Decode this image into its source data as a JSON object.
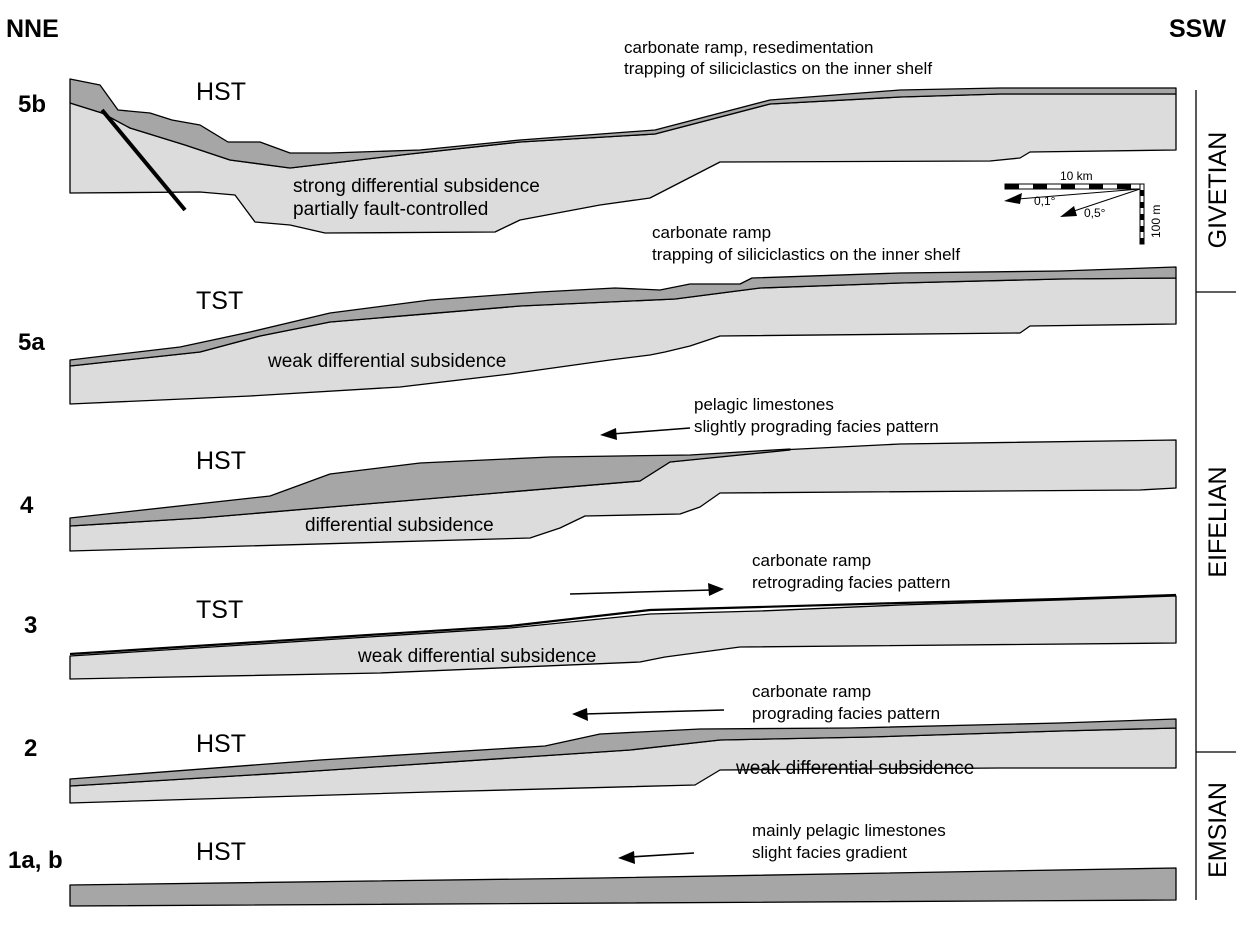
{
  "directions": {
    "left": "NNE",
    "right": "SSW"
  },
  "stages": [
    {
      "id": "5b",
      "label": "5b",
      "systems_tract": "HST",
      "notes": [
        "carbonate ramp, resedimentation",
        "trapping of siliciclastics on the inner shelf"
      ],
      "subsidence": [
        "strong differential subsidence",
        "partially fault-controlled"
      ]
    },
    {
      "id": "5a",
      "label": "5a",
      "systems_tract": "TST",
      "notes": [
        "carbonate ramp",
        "trapping of siliciclastics on the inner shelf"
      ],
      "subsidence": [
        "weak differential subsidence"
      ]
    },
    {
      "id": "4",
      "label": "4",
      "systems_tract": "HST",
      "notes": [
        "pelagic limestones",
        "slightly prograding facies pattern"
      ],
      "subsidence": [
        "differential subsidence"
      ]
    },
    {
      "id": "3",
      "label": "3",
      "systems_tract": "TST",
      "notes": [
        "carbonate ramp",
        "retrograding facies pattern"
      ],
      "subsidence": [
        "weak differential subsidence"
      ]
    },
    {
      "id": "2",
      "label": "2",
      "systems_tract": "HST",
      "notes": [
        "carbonate ramp",
        "prograding facies pattern"
      ],
      "subsidence": [
        "weak differential subsidence"
      ]
    },
    {
      "id": "1ab",
      "label": "1a, b",
      "systems_tract": "HST",
      "notes": [
        "mainly pelagic limestones",
        "slight facies gradient"
      ],
      "subsidence": []
    }
  ],
  "stratigraphy": [
    "GIVETIAN",
    "EIFELIAN",
    "EMSIAN"
  ],
  "scale": {
    "horizontal": "10 km",
    "vertical": "100 m",
    "slope_low": "0,1°",
    "slope_high": "0,5°"
  },
  "colors": {
    "lower_unit": "#dcdcdc",
    "upper_unit": "#a6a6a6",
    "outline": "#000000"
  }
}
